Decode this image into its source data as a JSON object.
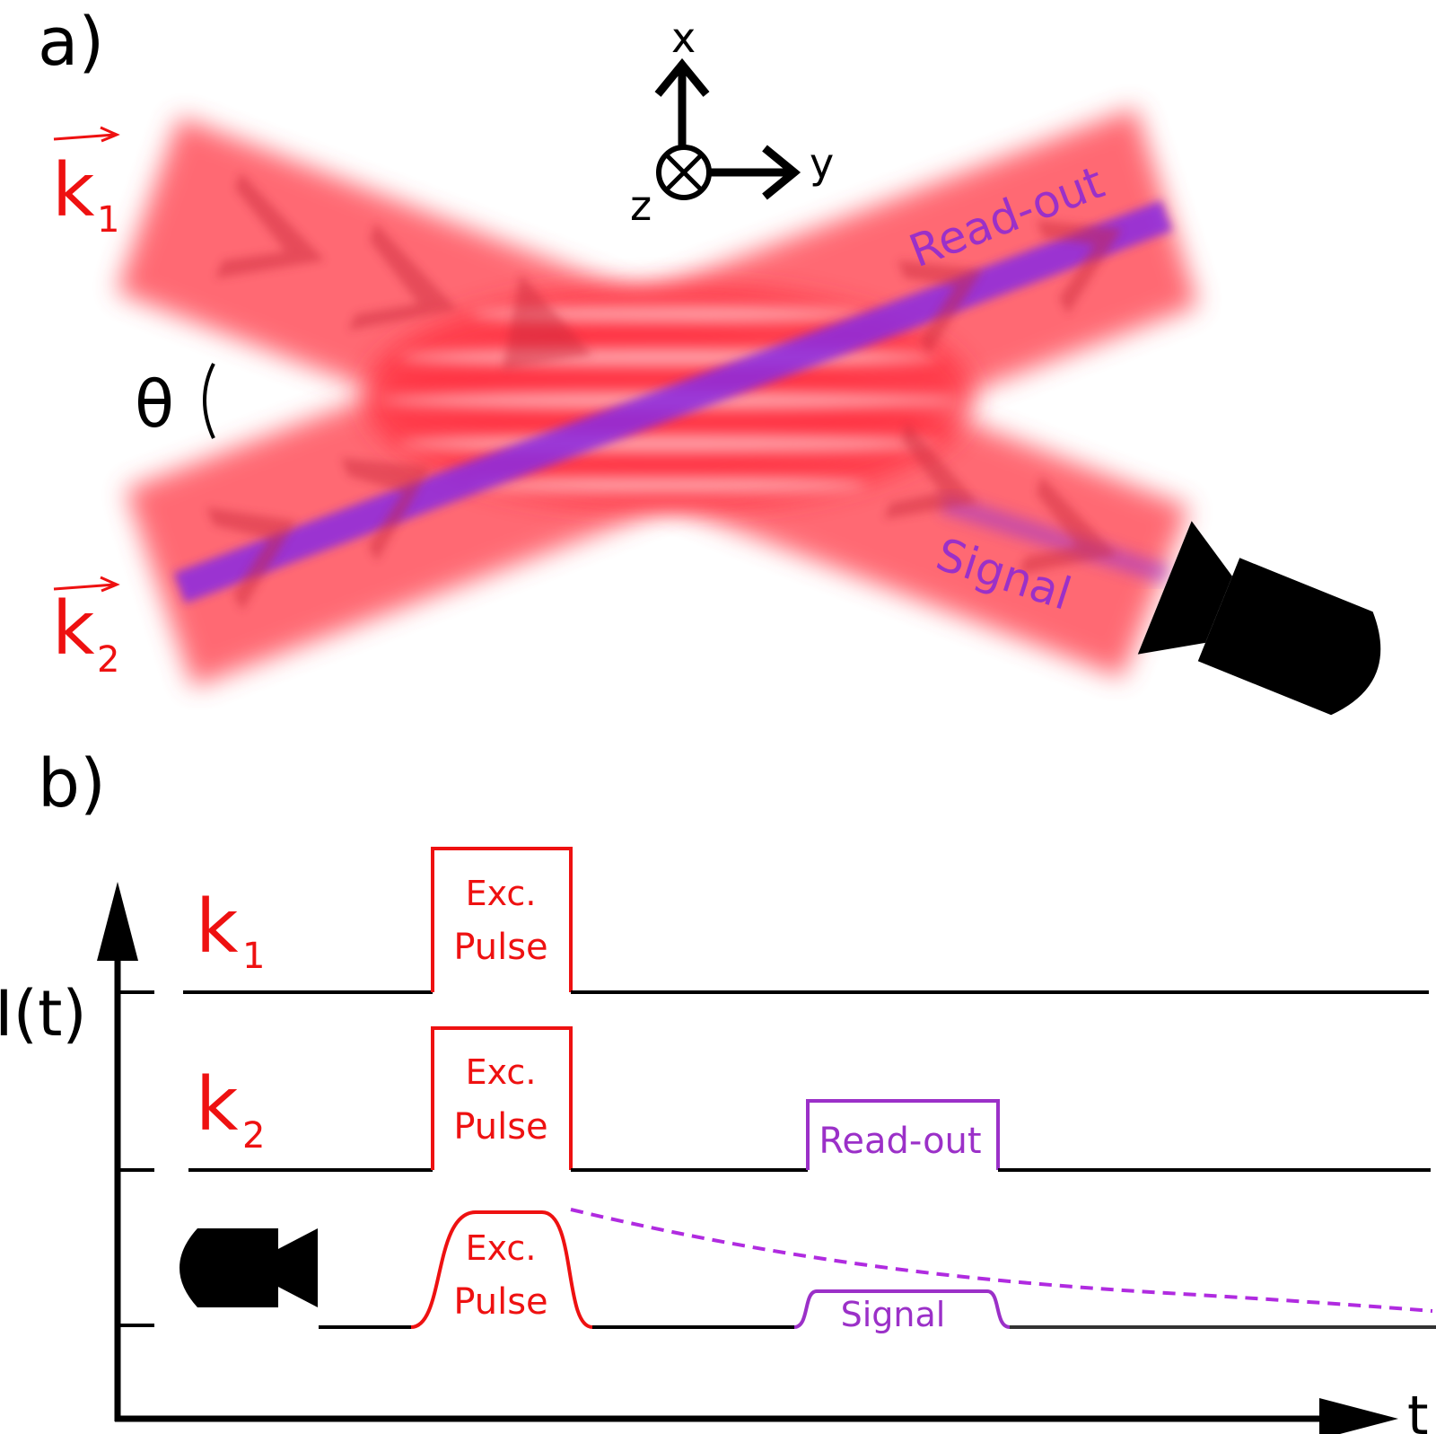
{
  "panel_a": {
    "label": "a)",
    "beam1_label": "k",
    "beam1_sub": "1",
    "beam2_label": "k",
    "beam2_sub": "2",
    "angle_label": "θ",
    "axis_x": "x",
    "axis_y": "y",
    "axis_z": "z",
    "readout_label": "Read-out",
    "signal_label": "Signal"
  },
  "panel_b": {
    "label": "b)",
    "y_axis_label": "I(t)",
    "x_axis_label": "t",
    "row1_label": "k",
    "row1_sub": "1",
    "row2_label": "k",
    "row2_sub": "2",
    "pulse1_line1": "Exc.",
    "pulse1_line2": "Pulse",
    "pulse2_line1": "Exc.",
    "pulse2_line2": "Pulse",
    "pulse3_line1": "Exc.",
    "pulse3_line2": "Pulse",
    "readout_pulse": "Read-out",
    "signal_pulse": "Signal"
  },
  "colors": {
    "beam_red": "#ff4a55",
    "pulse_red": "#ee1111",
    "purple": "#9b30c8",
    "dashed_purple": "#b02be0",
    "black": "#000000"
  },
  "icons": [
    "camera-detector-icon",
    "camera-detector-icon",
    "cross-in-circle-icon"
  ]
}
